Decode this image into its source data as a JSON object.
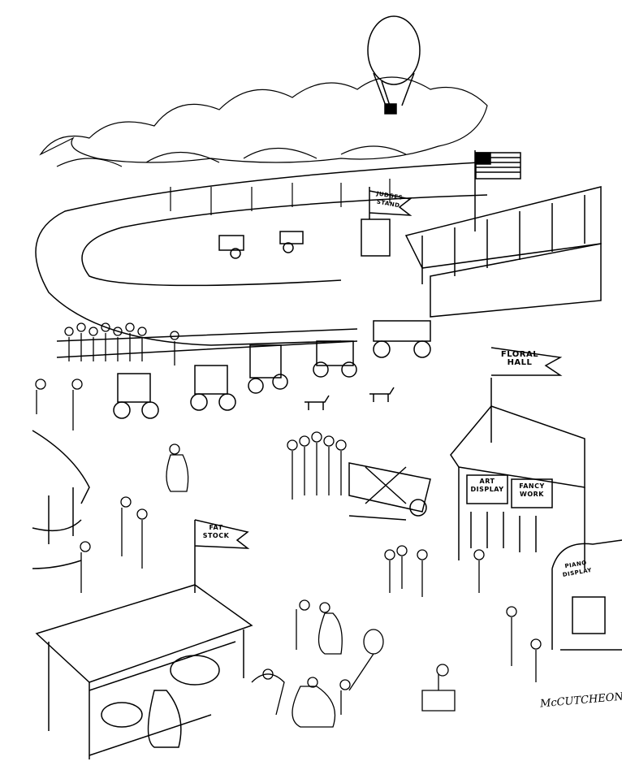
{
  "signs": {
    "judges_stand": "JUDGES STAND",
    "floral_hall": "FLORAL HALL",
    "fat_stock": "FAT STOCK",
    "art_display": "ART DISPLAY",
    "fancy_work": "FANCY WORK",
    "piano_display": "PIANO DISPLAY"
  },
  "signature": "McCUTCHEON",
  "colors": {
    "ink": "#000000",
    "paper": "#ffffff"
  }
}
